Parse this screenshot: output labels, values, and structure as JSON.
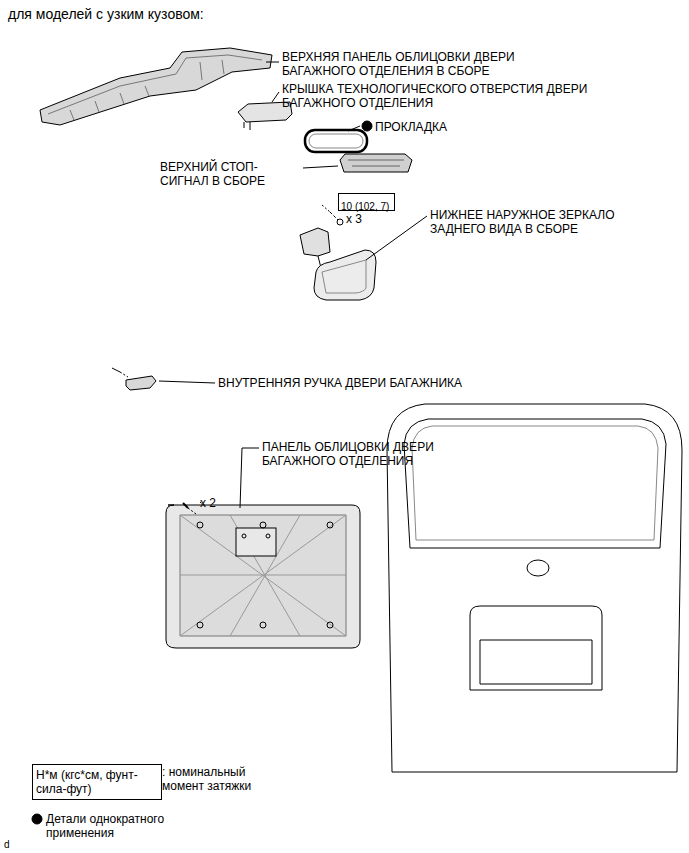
{
  "diagram": {
    "title": "для моделей с узким кузовом:",
    "nodes": [
      {
        "text": [
          "10 (102, 7)"
        ]
      },
      {
        "text": [
          "Н*м (кгс*см, фунт-сила-фут)"
        ]
      }
    ],
    "labels": [
      "ВЕРХНЯЯ ПАНЕЛЬ ОБЛИЦОВКИ ДВЕРИ БАГАЖНОГО ОТДЕЛЕНИЯ В СБОРЕ",
      "КРЫШКА ТЕХНОЛОГИЧЕСКОГО ОТВЕРСТИЯ ДВЕРИ БАГАЖНОГО ОТДЕЛЕНИЯ",
      "ПРОКЛАДКА",
      "ВЕРХНИЙ СТОП-СИГНАЛ В СБОРЕ",
      "x 3",
      "НИЖНЕЕ НАРУЖНОЕ ЗЕРКАЛО ЗАДНЕГО ВИДА В СБОРЕ",
      "ВНУТРЕННЯЯ РУЧКА ДВЕРИ БАГАЖНИКА",
      "ПАНЕЛЬ ОБЛИЦОВКИ ДВЕРИ БАГАЖНОГО ОТДЕЛЕНИЯ",
      "x 2",
      "d"
    ],
    "legend": [
      {
        "text": ": номинальный момент затяжки"
      },
      {
        "text": "Детали однократного применения"
      }
    ]
  }
}
